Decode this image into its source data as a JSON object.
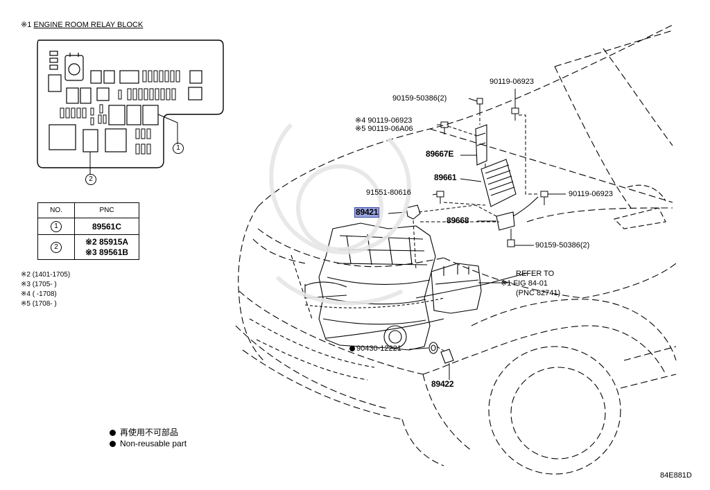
{
  "header": {
    "mark": "※1",
    "title": "ENGINE ROOM RELAY BLOCK"
  },
  "relay_block": {
    "callout_1": "1",
    "callout_2": "2"
  },
  "pnc_table": {
    "col_no": "NO.",
    "col_pnc": "PNC",
    "rows": [
      {
        "no": "1",
        "lines": [
          "89561C"
        ]
      },
      {
        "no": "2",
        "lines": [
          "※2 85915A",
          "※3 89561B"
        ]
      }
    ]
  },
  "footnotes": [
    "※2 (1401-1705)",
    "※3 (1705-      )",
    "※4 (      -1708)",
    "※5 (1708-      )"
  ],
  "parts": {
    "p1": "90159-50386(2)",
    "p2": "90119-06923",
    "p3_mark4": "※4",
    "p3": "90119-06923",
    "p4_mark5": "※5",
    "p4": "90119-06A06",
    "p5": "89667E",
    "p6": "89661",
    "p7": "91551-80616",
    "p8": "90119-06923",
    "p9": "89421",
    "p10": "89668",
    "p11": "90159-50386(2)",
    "p12_mark": "※1",
    "p12_line1": "REFER TO",
    "p12_line2": "FIG 84-01",
    "p12_line3": "(PNC 82741)",
    "p13": "90430-12221",
    "p14": "89422"
  },
  "legend": {
    "jp": "再使用不可部品",
    "en": "Non-reusable part"
  },
  "diagram_id": "84E881D"
}
